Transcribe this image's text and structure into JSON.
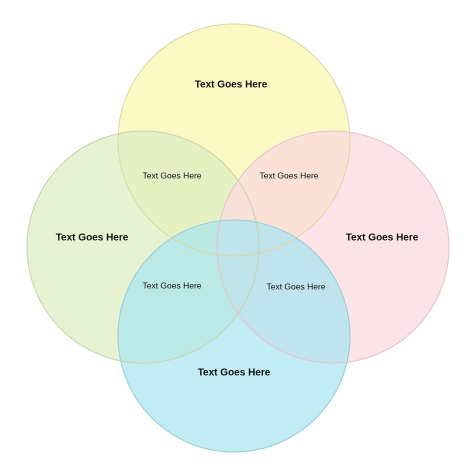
{
  "diagram": {
    "circles": [
      {
        "id": "top",
        "label": "Text Goes Here",
        "fill": "#fbf7b0",
        "stroke": "#d9d7a6"
      },
      {
        "id": "left",
        "label": "Text Goes Here",
        "fill": "#deedc3",
        "stroke": "#c6d3ad"
      },
      {
        "id": "right",
        "label": "Text Goes Here",
        "fill": "#fbd9df",
        "stroke": "#e5c2c8"
      },
      {
        "id": "bottom",
        "label": "Text Goes Here",
        "fill": "#a9e5f0",
        "stroke": "#98cbd5"
      }
    ],
    "overlaps": [
      {
        "id": "top-left",
        "label": "Text Goes Here"
      },
      {
        "id": "top-right",
        "label": "Text Goes Here"
      },
      {
        "id": "left-bottom",
        "label": "Text Goes Here"
      },
      {
        "id": "right-bottom",
        "label": "Text Goes Here"
      }
    ]
  }
}
